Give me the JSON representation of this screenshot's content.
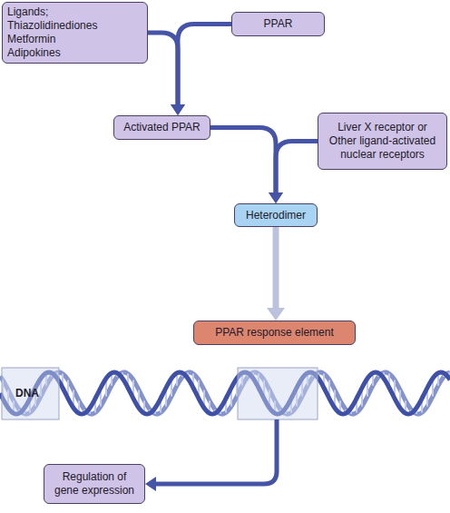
{
  "diagram": {
    "nodes": [
      {
        "text": [
          "Ligands; Thiazolidinediones Metformin Adipokines"
        ]
      },
      {
        "text": [
          "PPAR"
        ]
      },
      {
        "text": [
          "Activated PPAR"
        ]
      },
      {
        "text": [
          "Liver X receptor or Other ligand-activated nuclear receptors"
        ]
      },
      {
        "text": [
          "Heterodimer"
        ]
      },
      {
        "text": [
          "PPAR response element"
        ]
      },
      {
        "text": [
          "Regulation of gene expression"
        ]
      }
    ],
    "edges": [
      {
        "from": 0,
        "to": 2,
        "arrow": "to"
      },
      {
        "from": 1,
        "to": 2,
        "arrow": "to"
      },
      {
        "from": 2,
        "to": 4,
        "arrow": "to"
      },
      {
        "from": 3,
        "to": 4,
        "arrow": "to"
      },
      {
        "from": 4,
        "to": 5,
        "arrow": "to"
      }
    ],
    "labels": [
      "DNA"
    ]
  }
}
